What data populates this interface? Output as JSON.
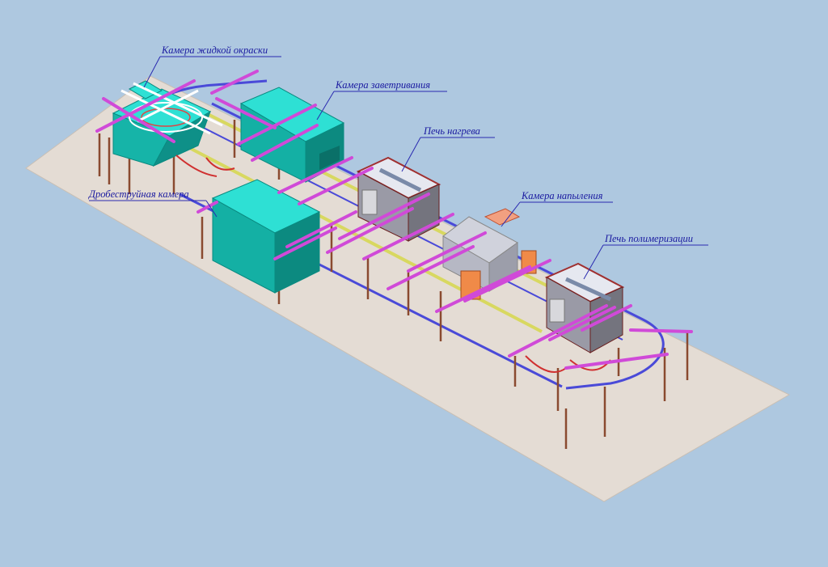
{
  "labels": {
    "paint_booth": "Камера жидкой окраски",
    "flash_off_booth": "Камера заветривания",
    "heating_oven": "Печь нагрева",
    "shot_blast_booth": "Дробеструйная камера",
    "spray_booth": "Камера напыления",
    "curing_oven": "Печь полимеризации"
  },
  "colors": {
    "background": "#aec8e0",
    "floor": "#e4dcd4",
    "booth_teal": "#1fc8be",
    "rail_purple": "#d04ad8",
    "rail_blue": "#4a4ad8",
    "rail_yellow": "#d8d860",
    "leg_brown": "#8a4a30",
    "callout_text": "#1a1aa0"
  }
}
